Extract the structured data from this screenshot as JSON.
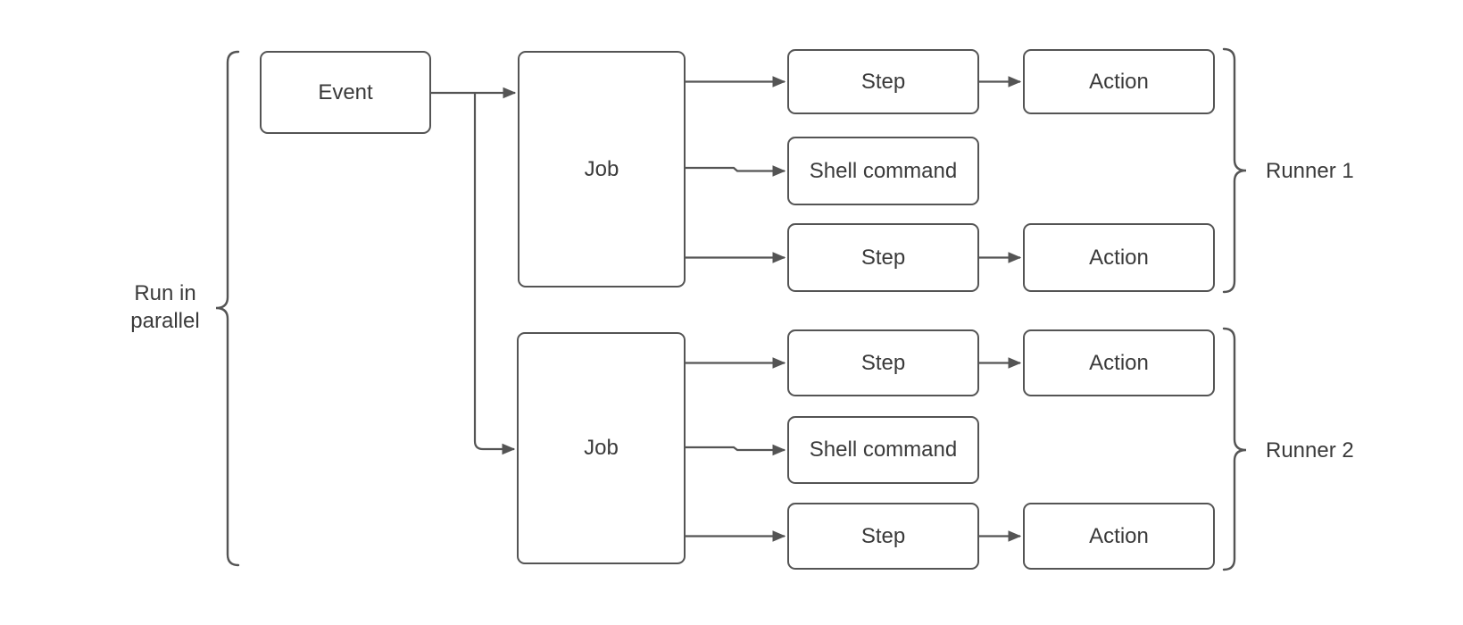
{
  "diagram": {
    "colors": {
      "background": "#ffffff",
      "stroke": "#545454",
      "text": "#3a3a3a"
    },
    "nodes": {
      "event": {
        "label": "Event"
      },
      "job1": {
        "label": "Job"
      },
      "job2": {
        "label": "Job"
      },
      "step1": {
        "label": "Step"
      },
      "shell1": {
        "label": "Shell command"
      },
      "step2": {
        "label": "Step"
      },
      "action1": {
        "label": "Action"
      },
      "action2": {
        "label": "Action"
      },
      "step3": {
        "label": "Step"
      },
      "shell2": {
        "label": "Shell command"
      },
      "step4": {
        "label": "Step"
      },
      "action3": {
        "label": "Action"
      },
      "action4": {
        "label": "Action"
      }
    },
    "annotations": {
      "run_in_parallel": "Run in parallel",
      "runner1": "Runner 1",
      "runner2": "Runner 2"
    },
    "edges": [
      {
        "from": "event",
        "to": "job1"
      },
      {
        "from": "event",
        "to": "job2"
      },
      {
        "from": "job1",
        "to": "step1"
      },
      {
        "from": "job1",
        "to": "shell1"
      },
      {
        "from": "job1",
        "to": "step2"
      },
      {
        "from": "step1",
        "to": "action1"
      },
      {
        "from": "step2",
        "to": "action2"
      },
      {
        "from": "job2",
        "to": "step3"
      },
      {
        "from": "job2",
        "to": "shell2"
      },
      {
        "from": "job2",
        "to": "step4"
      },
      {
        "from": "step3",
        "to": "action3"
      },
      {
        "from": "step4",
        "to": "action4"
      }
    ]
  }
}
